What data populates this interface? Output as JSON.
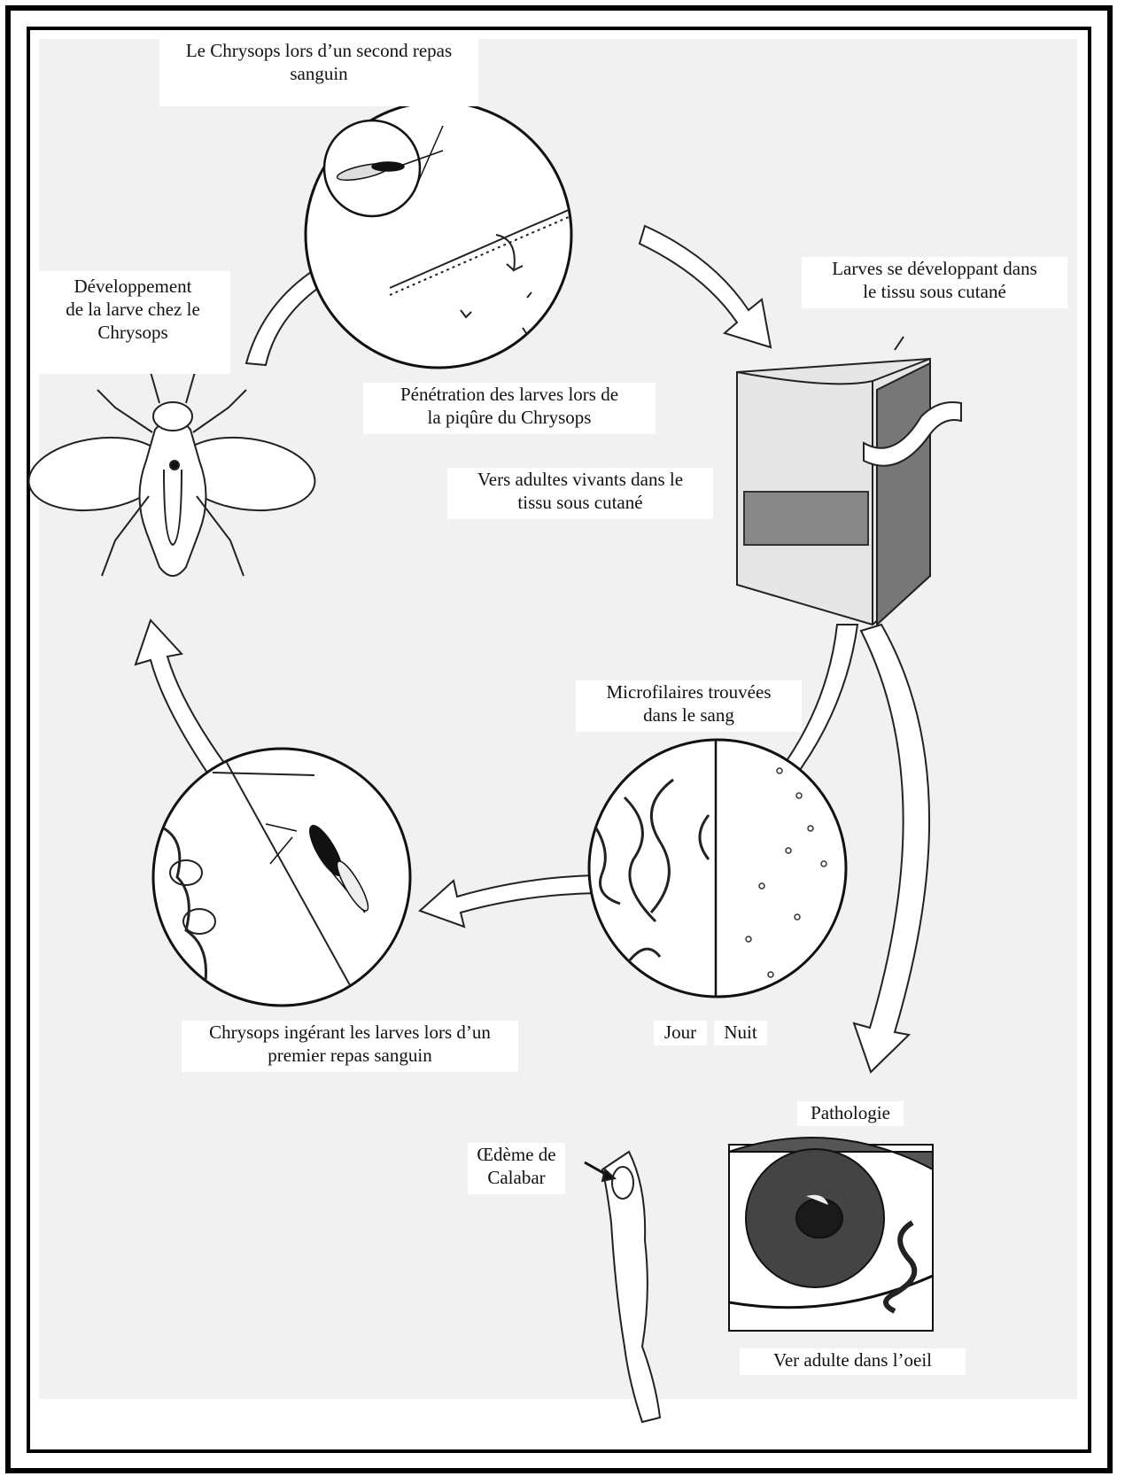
{
  "labels": {
    "second_meal": "Le Chrysops lors d’un second repas sanguin",
    "larva_dev_1": "Développement",
    "larva_dev_2": "de la larve chez le",
    "larva_dev_3": "Chrysops",
    "larvae_subcut_1": "Larves se développant dans",
    "larvae_subcut_2": "le tissu sous cutané",
    "penetration_1": "Pénétration des larves lors de",
    "penetration_2": "la piqûre du Chrysops",
    "adult_worms_1": "Vers adultes vivants dans le",
    "adult_worms_2": "tissu sous cutané",
    "microfilariae_1": "Microfilaires trouvées",
    "microfilariae_2": "dans le sang",
    "first_meal_1": "Chrysops ingérant les larves lors d’un",
    "first_meal_2": "premier repas sanguin",
    "day": "Jour",
    "night": "Nuit",
    "pathology": "Pathologie",
    "calabar_1": "Œdème de",
    "calabar_2": "Calabar",
    "eye_worm": "Ver adulte dans l’oeil"
  },
  "colors": {
    "frame": "#000000",
    "paper": "#f1f1f1",
    "ink": "#111111"
  }
}
